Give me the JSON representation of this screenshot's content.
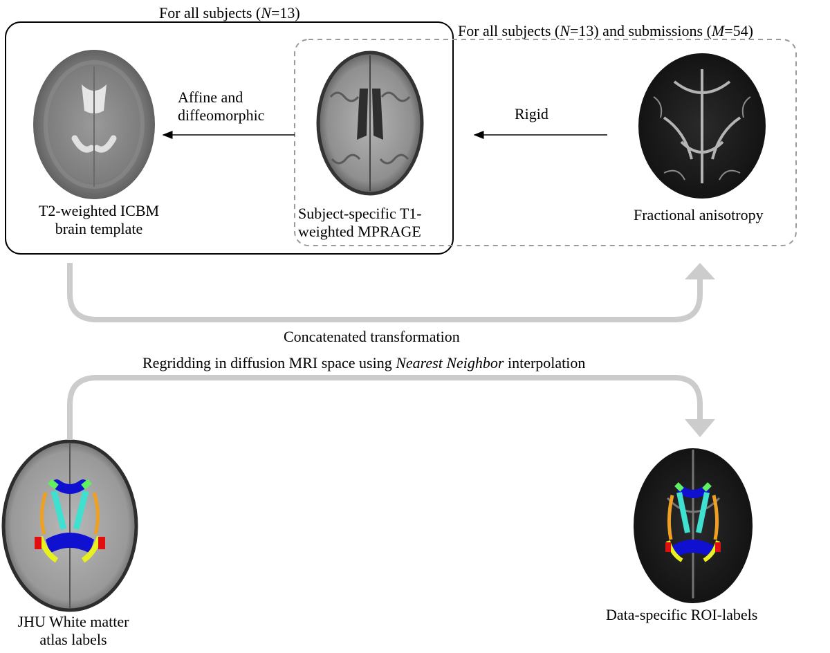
{
  "header_left": {
    "prefix": "For all subjects (",
    "var": "N",
    "rest": "=13)"
  },
  "header_right": {
    "prefix": "For all subjects (",
    "var_n": "N",
    "mid": "=13) and submissions (",
    "var_m": "M",
    "rest": "=54)"
  },
  "labels": {
    "template_line1": "T2-weighted ICBM",
    "template_line2": "brain template",
    "t1_line1": "Subject-specific T1-",
    "t1_line2": "weighted  MPRAGE",
    "fa": "Fractional anisotropy",
    "atlas_line1": "JHU White matter",
    "atlas_line2": "atlas labels",
    "roi": "Data-specific ROI-labels"
  },
  "arrows": {
    "affine_line1": "Affine and",
    "affine_line2": "diffeomorphic",
    "rigid": "Rigid",
    "concat": "Concatenated transformation",
    "regrid_prefix": "Regridding in diffusion MRI space using ",
    "regrid_italic": "Nearest Neighbor",
    "regrid_suffix": " interpolation"
  }
}
